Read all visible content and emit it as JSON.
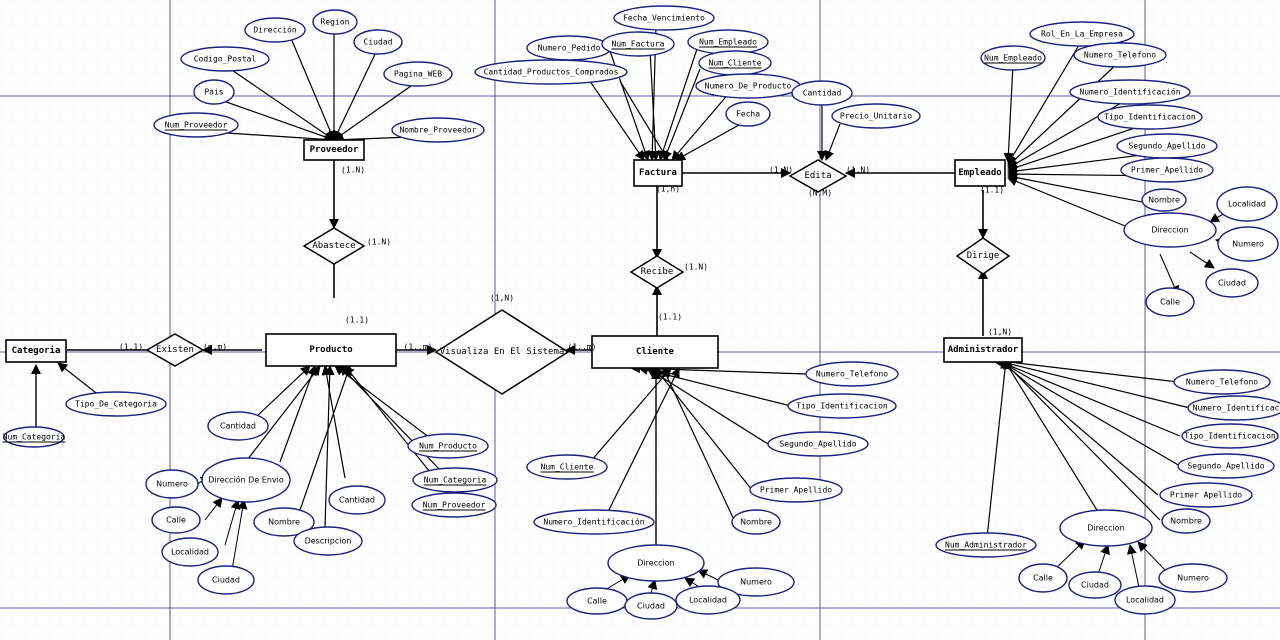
{
  "entities": {
    "proveedor": "Proveedor",
    "factura": "Factura",
    "empleado": "Empleado",
    "categoria": "Categoria",
    "producto": "Producto",
    "cliente": "Cliente",
    "administrador": "Administrador"
  },
  "relationships": {
    "abastece": "Abastece",
    "edita": "Edita",
    "recibe": "Recibe",
    "dirige": "Dirige",
    "existen": "Existen",
    "visualiza": "Visualiza En El Sistema"
  },
  "cardinalities": {
    "proveedor_abastece": "(1.N)",
    "abastece_right": "(1.N)",
    "factura_recibe": "(1,n)",
    "recibe_right": "(1.N)",
    "factura_edita": "(1.N)",
    "empleado_edita": "(1.N)",
    "edita_bottom": "(N,M)",
    "empleado_dirige": "(1.1)",
    "administrador_dirige": "(1,N)",
    "visualiza_top": "(1,N)",
    "producto_abastece": "(1.1)",
    "cliente_recibe": "(1.1)",
    "categoria_existen": "(1.1)",
    "existen_producto": "(n.m)",
    "producto_visualiza": "(1..m)",
    "cliente_visualiza": "(1..m)"
  },
  "attributes": {
    "direccion_prov": "Dirección",
    "region": "Region",
    "ciudad_prov": "Ciudad",
    "codigo_postal": "Codigo_Postal",
    "pagina_web": "Pagina_WEB",
    "pais": "Pais",
    "num_proveedor_prov": "Num_Proveedor",
    "nombre_proveedor": "Nombre_Proveedor",
    "fecha_vencimiento": "Fecha_Vencimiento",
    "numero_pedido": "Numero_Pedido",
    "num_factura": "Num_Factura",
    "num_empleado_fac": "Num_Empleado",
    "num_cliente_fac": "Num_Cliente",
    "cantidad_productos": "Cantidad_Productos_Comprados",
    "numero_de_producto": "Numero_De_Producto",
    "fecha": "Fecha",
    "cantidad_edita": "Cantidad",
    "precio_unitario": "Precio_Unitario",
    "rol_empresa": "Rol_En_La_Empresa",
    "num_empleado_emp": "Num_Empleado",
    "numero_telefono_emp": "Numero_Telefono",
    "numero_ident_emp": "Numero_Identificación",
    "tipo_ident_emp": "Tipo_Identificacion",
    "segundo_apellido_emp": "Segundo_Apellido",
    "primer_apellido_emp": "Primer_Apellido",
    "nombre_emp": "Nombre",
    "direccion_emp": "Direccion",
    "localidad_emp": "Localidad",
    "numero_emp": "Numero",
    "calle_emp": "Calle",
    "ciudad_emp": "Ciudad",
    "num_categoria_cat": "Num_Categoria",
    "tipo_categoria": "Tipo_De_Categoria",
    "cantidad_prod1": "Cantidad",
    "direccion_envio": "Dirección De Envio",
    "numero_prod": "Numero",
    "calle_prod": "Calle",
    "localidad_prod": "Localidad",
    "ciudad_prod": "Ciudad",
    "nombre_prod": "Nombre",
    "descripcion": "Descripcion",
    "cantidad_prod2": "Cantidad",
    "num_producto": "Num_Producto",
    "num_categoria_prod": "Num_Categoria",
    "num_proveedor_prod": "Num_Proveedor",
    "numero_telefono_cli": "Numero_Telefono",
    "tipo_ident_cli": "Tipo_Identificacion",
    "segundo_apellido_cli": "Segundo_Apellido",
    "primer_apellido_cli": "Primer Apellido",
    "nombre_cli": "Nombre",
    "num_cliente_cli": "Num_Cliente",
    "numero_ident_cli": "Numero_Identificación",
    "direccion_cli": "Direccion",
    "numero_cli": "Numero",
    "calle_cli": "Calle",
    "ciudad_cli": "Ciudad",
    "localidad_cli": "Localidad",
    "numero_telefono_adm": "Numero_Telefono",
    "numero_ident_adm": "Numero_Identificac",
    "tipo_ident_adm": "Tipo_Identificacion",
    "segundo_apellido_adm": "Segundo_Apellido",
    "primer_apellido_adm": "Primer Apellido",
    "nombre_adm": "Nombre",
    "num_administrador": "Num_Administrador",
    "direccion_adm": "Direccion",
    "calle_adm": "Calle",
    "ciudad_adm": "Ciudad",
    "localidad_adm": "Localidad",
    "numero_adm": "Numero"
  },
  "colors": {
    "grid_major": "#1a237e",
    "grid_minor": "#c5c5e0",
    "shape_fill": "#ffffff",
    "stroke": "#000000",
    "ellipse_stroke": "#1a237e"
  }
}
